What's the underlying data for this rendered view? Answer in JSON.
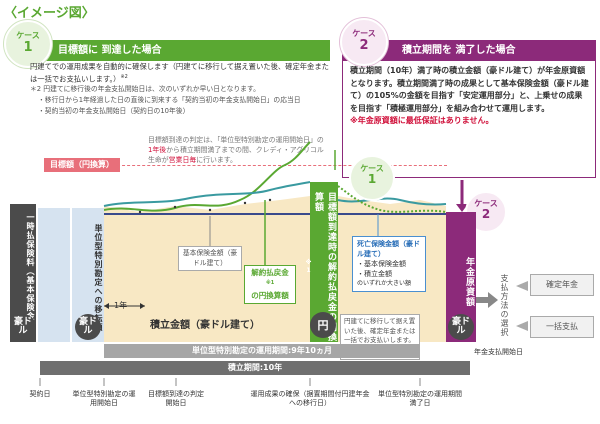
{
  "title": "〈イメージ図〉",
  "case1": {
    "badge_word": "ケース",
    "badge_num": "1",
    "heading": "目標額に 到達した場合",
    "body1": "円建てでの運用成果を自動的に確保します（円建てに移行して据え置いた後、確定年金または一括でお支払いします。）",
    "body1_sup": "※2",
    "note_head": "＊2 円建てに移行後の年金支払開始日は、次のいずれか早い日となります。",
    "note1": "・移行日から1年経過した日の直後に到来する「契約当初の年金支払開始日」の応当日",
    "note2": "・契約当初の年金支払開始日（契約日の10年後）"
  },
  "case2": {
    "badge_word": "ケース",
    "badge_num": "2",
    "heading": "積立期間を 満了した場合",
    "body": "積立期間（10年）満了時の積立金額（豪ドル建て）が年金原資額となります。積立期間満了時の成果として基本保険金額（豪ドル建て）の105%の金額を目指す「安定運用部分」と、上乗せの成果を目指す「積極運用部分」を組み合わせて運用します。",
    "warning": "※年金原資額に最低保証はありません。"
  },
  "judge_note": {
    "text1": "目標額到達の判定は、「単位型特別勘定の運用開始日」の",
    "red": "1年後",
    "text2": "から積立期間満了までの間、クレディ・アグリコル生命が",
    "red2": "営業日毎",
    "text3": "に行います。"
  },
  "target_label": "目標額（円換算）",
  "bars": {
    "lump_sum": "一時払保険料（基本保険金額）",
    "conversion": "単位型特別勘定への移転額",
    "target_reached": "目標額到達時の解約払戻金の円換算額",
    "target_reached_sup": "※1",
    "pension": "年金原資額",
    "accumulation": "積立金額（豪ドル建て）",
    "one_year": "1年"
  },
  "circles": {
    "aud": "豪ドル",
    "yen": "円"
  },
  "boxes": {
    "basic_amount": "基本保険金額（豪ドル建て）",
    "surrender_value": "解約払戻金",
    "surrender_value_sup": "※1",
    "surrender_value_2": "の円換算額",
    "death_title": "死亡保険金額（豪ドル建て）",
    "death_items": [
      "・基本保険金額",
      "・積立金額"
    ],
    "death_note": "のいずれか大きい額",
    "yen_note": "円建てに移行して据え置いた後、確定年金または一括でお支払いします。",
    "yen_note_sup": "※2"
  },
  "case_badges": {
    "word": "ケース",
    "one": "1",
    "two": "2"
  },
  "payout": {
    "method": "支払方法の選択",
    "fixed": "確定年金",
    "lump": "一括支払",
    "start": "年金支払開始日"
  },
  "timeline": {
    "unit_period": "単位型特別勘定の運用期間:9年10ヵ月",
    "accum_period": "積立期間:10年",
    "ticks": [
      "契約日",
      "単位型特別勘定の運用開始日",
      "目標額到達の判定開始日",
      "運用成果の確保（据置期間付円建年金への移行日）",
      "単位型特別勘定の運用期間満了日"
    ]
  },
  "colors": {
    "green": "#5aa832",
    "purple": "#8c2a7a",
    "pink": "#e86f7a",
    "beige": "#f8e8c4",
    "dark": "#4b4b4b",
    "blue": "#4a8fd0",
    "gray_bar": "#8c8c8c"
  }
}
